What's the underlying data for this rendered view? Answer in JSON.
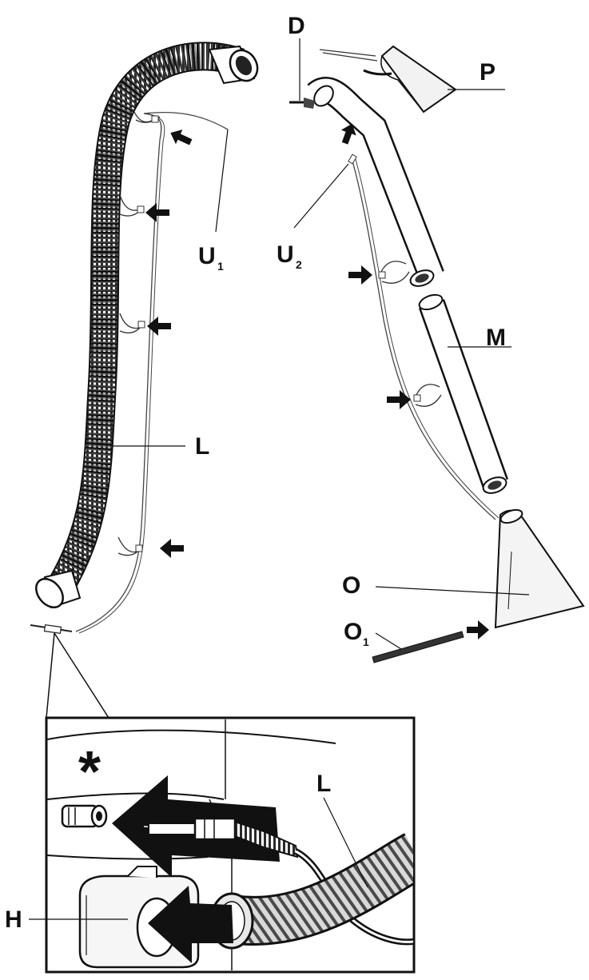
{
  "labels": {
    "D": "D",
    "P": "P",
    "U1": "U",
    "U1_sub": "1",
    "U2": "U",
    "U2_sub": "2",
    "M": "M",
    "L_main": "L",
    "O": "O",
    "O1": "O",
    "O1_sub": "1",
    "L_inset": "L",
    "H": "H",
    "asterisk": "*"
  }
}
